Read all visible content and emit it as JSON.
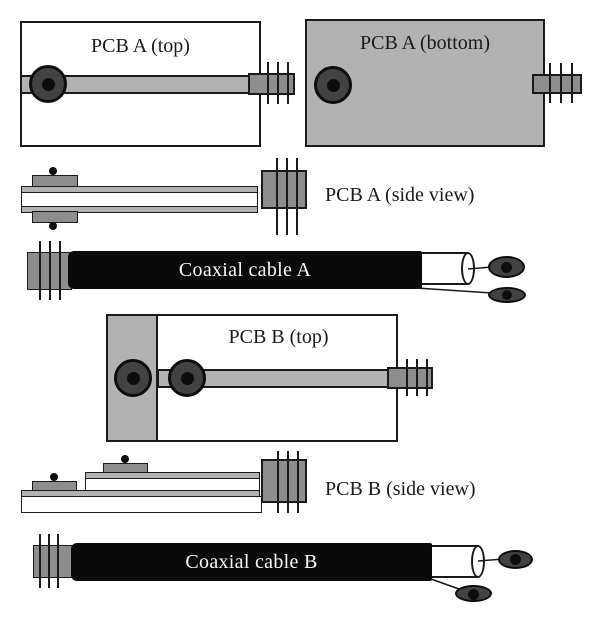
{
  "labels": {
    "pcb_a_top": "PCB A (top)",
    "pcb_a_bottom": "PCB A (bottom)",
    "pcb_a_side": "PCB A (side view)",
    "coax_cable_a": "Coaxial cable A",
    "pcb_b_top": "PCB B (top)",
    "pcb_b_side": "PCB B (side view)",
    "coax_cable_b": "Coaxial cable B"
  },
  "palette": {
    "board_fill_light_gray": "#b2b2b2",
    "connector_gray": "#8d8d8d",
    "via_dark_gray": "#424242",
    "cable_black": "#0a0a0a",
    "outline_black": "#1a1a1a",
    "cable_label_white": "#fafafa"
  },
  "shapes": {
    "via_launcher": "via-circle-icon",
    "edge_connector": "hatched-connector-icon",
    "solder_lug": "lug-ellipse-icon"
  }
}
